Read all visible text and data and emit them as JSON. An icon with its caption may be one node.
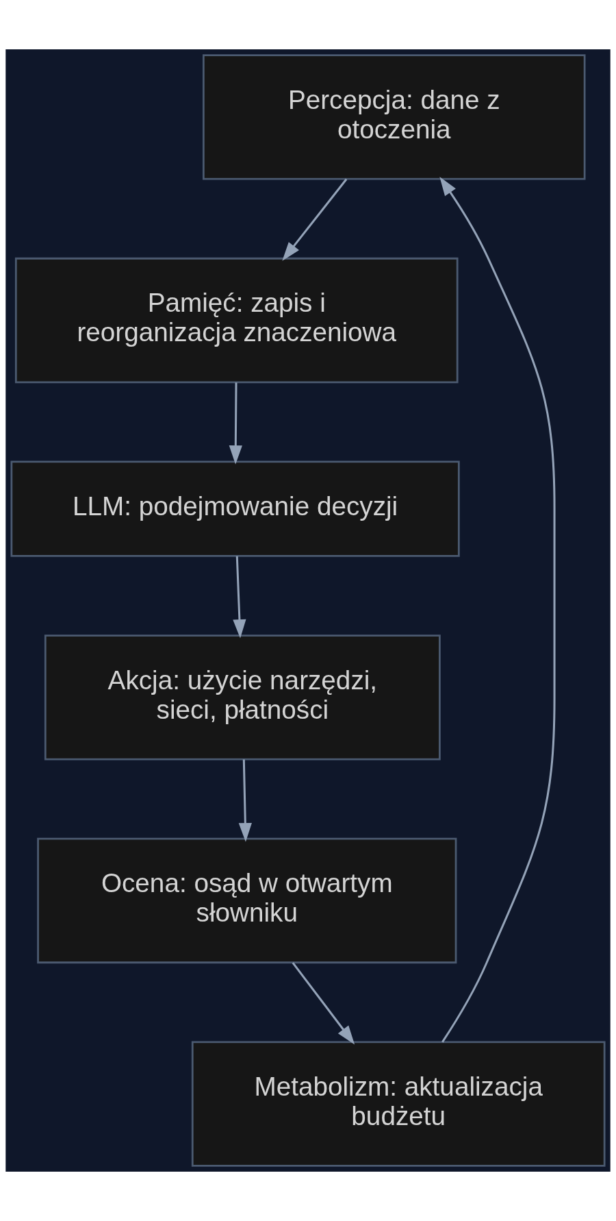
{
  "diagram": {
    "nodes": [
      {
        "text": [
          "Percepcja: dane z otoczenia"
        ]
      },
      {
        "text": [
          "Pamięć: zapis i reorganizacja znaczeniowa"
        ]
      },
      {
        "text": [
          "LLM: podejmowanie decyzji"
        ]
      },
      {
        "text": [
          "Akcja: użycie narzędzi, sieci, płatności"
        ]
      },
      {
        "text": [
          "Ocena: osąd w otwartym słowniku"
        ]
      },
      {
        "text": [
          "Metabolizm: aktualizacja budżetu"
        ]
      }
    ],
    "edges": [
      {
        "from": 0,
        "to": 1,
        "arrow": "to"
      },
      {
        "from": 1,
        "to": 2,
        "arrow": "to"
      },
      {
        "from": 2,
        "to": 3,
        "arrow": "to"
      },
      {
        "from": 3,
        "to": 4,
        "arrow": "to"
      },
      {
        "from": 4,
        "to": 5,
        "arrow": "to"
      },
      {
        "from": 5,
        "to": 0,
        "arrow": "to"
      }
    ]
  }
}
